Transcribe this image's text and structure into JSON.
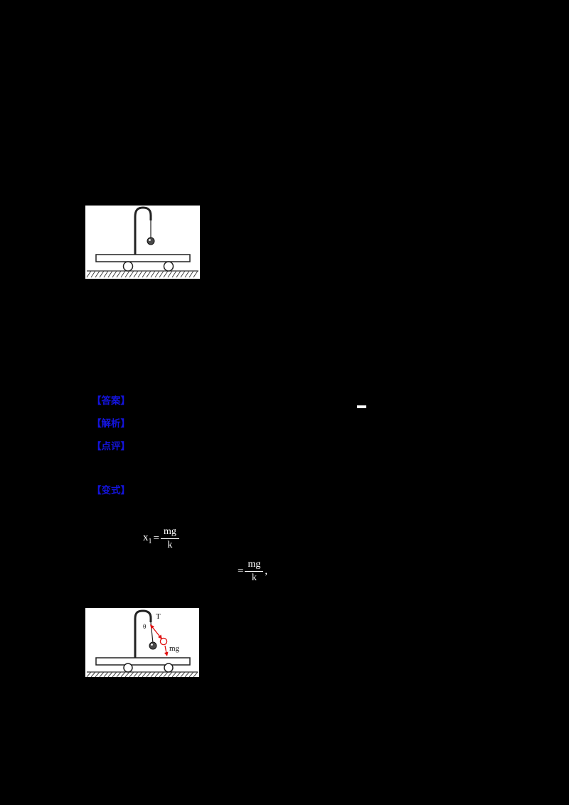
{
  "page": {
    "background": "#000000"
  },
  "annotations": {
    "label_color": "#1414dd",
    "labels": [
      "【答案】",
      "【解析】",
      "【点评】",
      "【变式】"
    ]
  },
  "inline_fragments": {
    "blank_bar": "▬"
  },
  "equations": {
    "eq1": {
      "lhs": "x",
      "subscript": "1",
      "relation": "=",
      "numerator": "mg",
      "denominator": "k"
    },
    "eq2": {
      "relation": "=",
      "numerator": "mg",
      "denominator": "k",
      "trailing": ","
    }
  },
  "figure_labels": {
    "tension": "T",
    "angle": "θ",
    "weight": "mg"
  },
  "colors": {
    "formula_white": "#ffffff",
    "force_red": "#e01010",
    "ink_black": "#222222"
  }
}
